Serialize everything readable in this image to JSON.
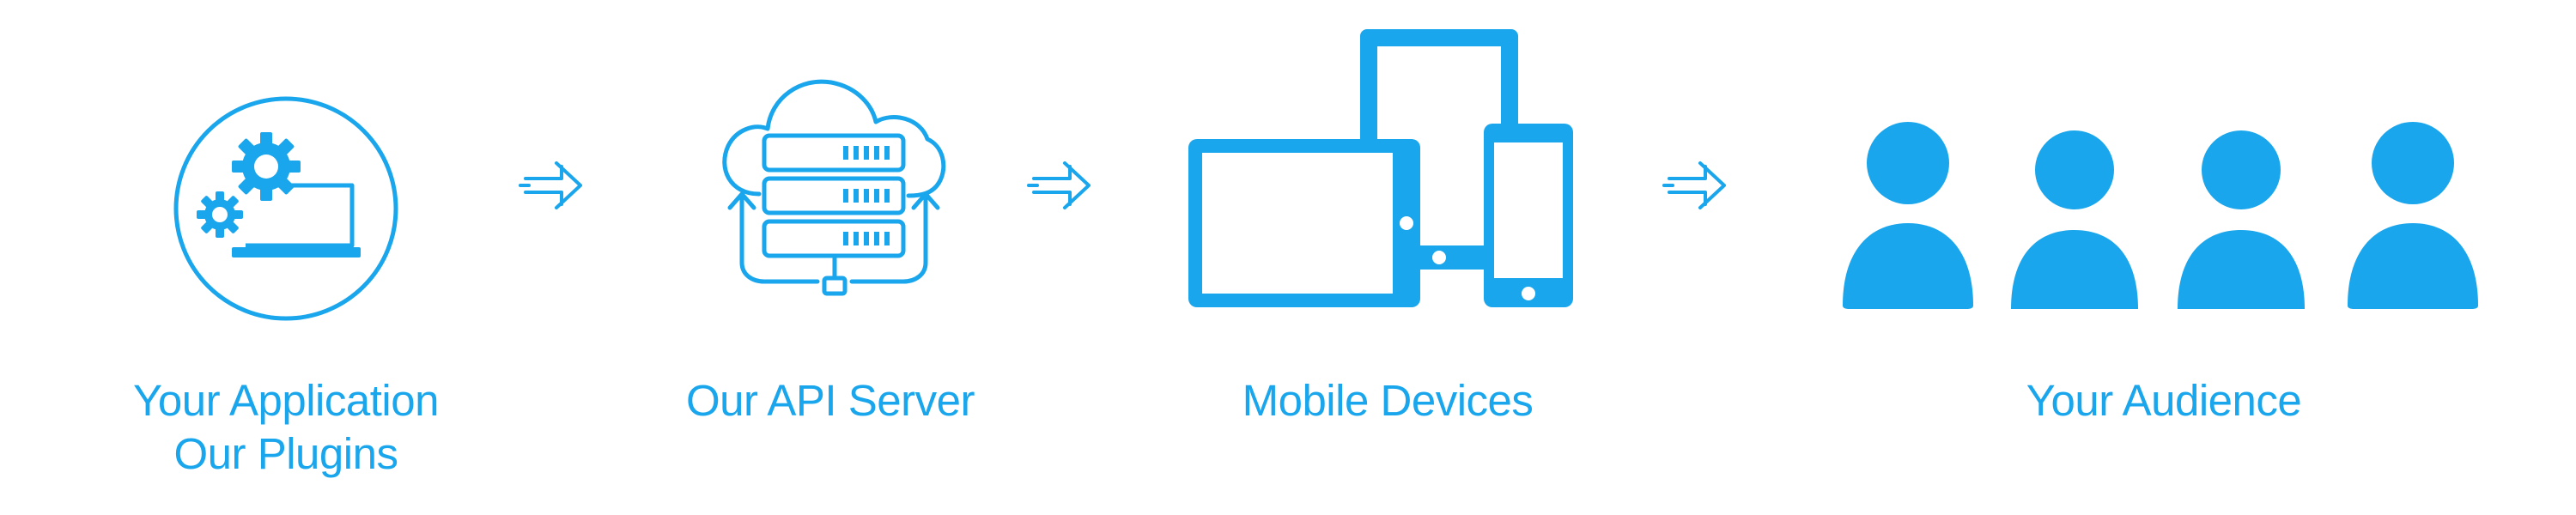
{
  "colors": {
    "accent": "#1aa6ec",
    "background": "#ffffff"
  },
  "steps": [
    {
      "icon": "laptop-gears-icon",
      "caption_lines": [
        "Your Application",
        "Our Plugins"
      ]
    },
    {
      "icon": "cloud-server-icon",
      "caption_lines": [
        "Our API Server"
      ]
    },
    {
      "icon": "mobile-devices-icon",
      "caption_lines": [
        "Mobile Devices"
      ]
    },
    {
      "icon": "audience-icon",
      "caption_lines": [
        "Your Audience"
      ]
    }
  ],
  "arrows": [
    "flow-arrow-icon",
    "flow-arrow-icon",
    "flow-arrow-icon"
  ]
}
